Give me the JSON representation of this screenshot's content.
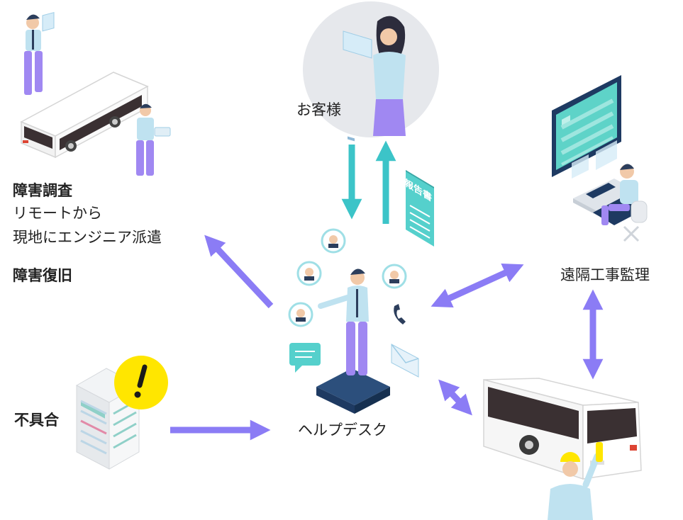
{
  "labels": {
    "customer": "お客様",
    "helpdesk": "ヘルプデスク",
    "remote_monitoring": "遠隔工事監理",
    "fault": "不具合",
    "investigation_title": "障害調査",
    "investigation_line1": "リモートから",
    "investigation_line2": "現地にエンジニア派遣",
    "recovery": "障害復旧",
    "report_doc": "報告書"
  },
  "colors": {
    "arrow_purple": "#8b7cf5",
    "arrow_teal": "#3cc4c8",
    "doc_teal": "#55d0cc",
    "person_purple": "#a088f2",
    "person_shirt": "#bfe2f0",
    "circle_grey": "#e6e8ec",
    "warning_yellow": "#ffe600",
    "platform_navy": "#1e3a62"
  },
  "icons": [
    "chat-bubble-icon",
    "phone-icon",
    "mail-icon",
    "warning-icon",
    "document-icon"
  ]
}
